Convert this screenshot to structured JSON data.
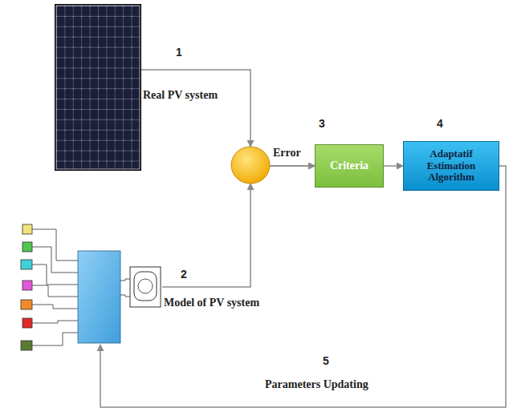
{
  "diagram": {
    "nodes": [
      {
        "text": [
          "Real PV system"
        ]
      },
      {
        "text": [
          "Model of PV system"
        ]
      },
      {
        "text": [
          "Criteria"
        ]
      },
      {
        "text": [
          "Adaptatif Estimation Algorithm"
        ]
      }
    ],
    "edges": [
      {
        "from": 0,
        "to": 2,
        "arrow": "to"
      },
      {
        "from": 1,
        "to": 2,
        "arrow": "to"
      },
      {
        "from": 2,
        "to": 3,
        "arrow": "to"
      },
      {
        "from": 3,
        "to": 1,
        "label": "Parameters Updating",
        "arrow": "to"
      }
    ],
    "labels": [
      "1",
      "2",
      "Error",
      "3",
      "4",
      "5"
    ]
  }
}
